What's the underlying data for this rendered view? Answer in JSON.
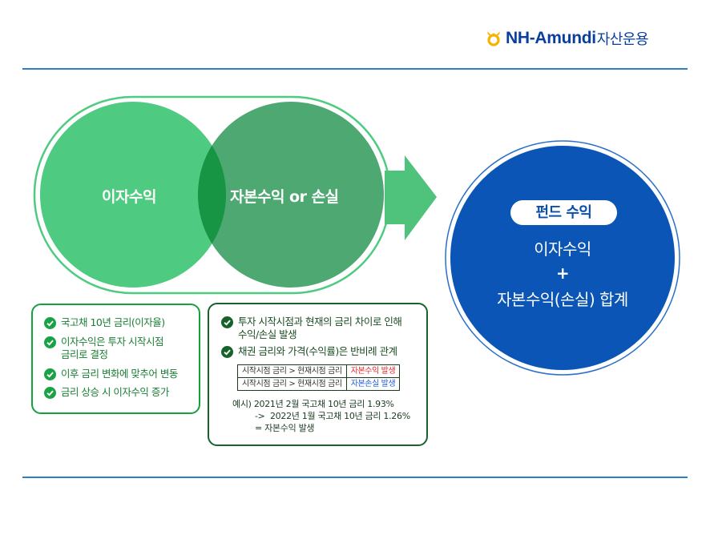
{
  "header": {
    "logo_en": "NH-Amundi",
    "logo_ko": "자산운용"
  },
  "venn": {
    "left_label": "이자수익",
    "right_label": "자본수익 or 손실"
  },
  "fund": {
    "badge": "펀드 수익",
    "line1": "이자수익",
    "plus": "+",
    "line2": "자본수익(손실) 합계"
  },
  "interest_box": {
    "items": [
      "국고채 10년 금리(이자율)",
      "이자수익은 투자 시작시점",
      "금리로 결정",
      "이후 금리 변화에 맞추어 변동",
      "금리 상승 시 이자수익 증가"
    ]
  },
  "capital_box": {
    "items": [
      "투자 시작시점과 현재의 금리 차이로 인해",
      "수익/손실 발생",
      "채권 금리와 가격(수익률)은 반비례 관계"
    ],
    "table": [
      {
        "condition": "시작시점 금리 > 현재시점 금리",
        "result": "자본수익 발생"
      },
      {
        "condition": "시작시점 금리 > 현재시점 금리",
        "result": "자본손실 발생"
      }
    ],
    "example": {
      "line1": "예시) 2021년 2월 국고채 10년 금리 1.93%",
      "line2": "->  2022년 1월 국고채 10년 금리 1.26%",
      "line3": "= 자본수익 발생"
    }
  },
  "colors": {
    "rule": "#2f7fc1",
    "light_green": "#4ecb80",
    "dark_green": "#4ea872",
    "overlap": "#189445",
    "arrow": "#4fc27c",
    "fund_blue": "#0a55b5",
    "gain_red": "#e8262a",
    "loss_blue": "#1f5fd6",
    "logo_gold": "#f5b400",
    "logo_blue": "#0a3f9e"
  }
}
